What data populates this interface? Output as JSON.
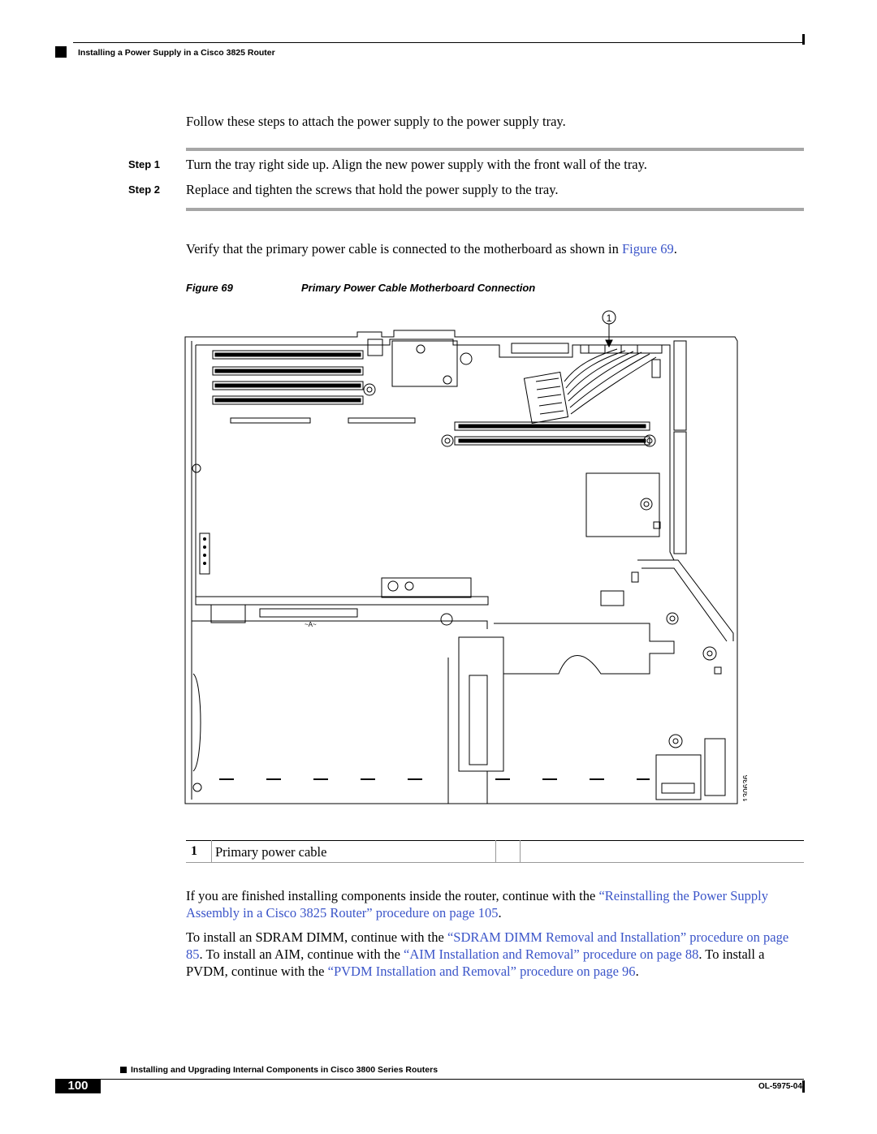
{
  "header": {
    "section_title": "Installing a Power Supply in a Cisco 3825 Router"
  },
  "intro": "Follow these steps to attach the power supply to the power supply tray.",
  "steps": [
    {
      "label": "Step 1",
      "text": "Turn the tray right side up. Align the new power supply with the front wall of the tray."
    },
    {
      "label": "Step 2",
      "text": "Replace and tighten the screws that hold the power supply to the tray."
    }
  ],
  "verify": {
    "prefix": "Verify that the primary power cable is connected to the motherboard as shown in ",
    "link": "Figure 69",
    "suffix": "."
  },
  "figure": {
    "number": "Figure 69",
    "title": "Primary Power Cable Motherboard Connection",
    "callout": "1",
    "image_id": "130636",
    "board_label": "~A~"
  },
  "legend": [
    {
      "num": "1",
      "label": "Primary power cable"
    }
  ],
  "para1": {
    "prefix": "If you are finished installing components inside the router, continue with the ",
    "link": "“Reinstalling the Power Supply Assembly in a Cisco 3825 Router” procedure on page 105",
    "suffix": "."
  },
  "para2": {
    "t1": "To install an SDRAM DIMM, continue with the ",
    "l1": "“SDRAM DIMM Removal and Installation” procedure on page 85",
    "t2": ". To install an AIM, continue with the ",
    "l2": "“AIM Installation and Removal” procedure on page 88",
    "t3": ". To install a PVDM, continue with the ",
    "l3": "“PVDM Installation and Removal” procedure on page 96",
    "t4": "."
  },
  "footer": {
    "book_title": "Installing and Upgrading Internal Components in Cisco 3800 Series Routers",
    "page_number": "100",
    "doc_id": "OL-5975-04"
  }
}
